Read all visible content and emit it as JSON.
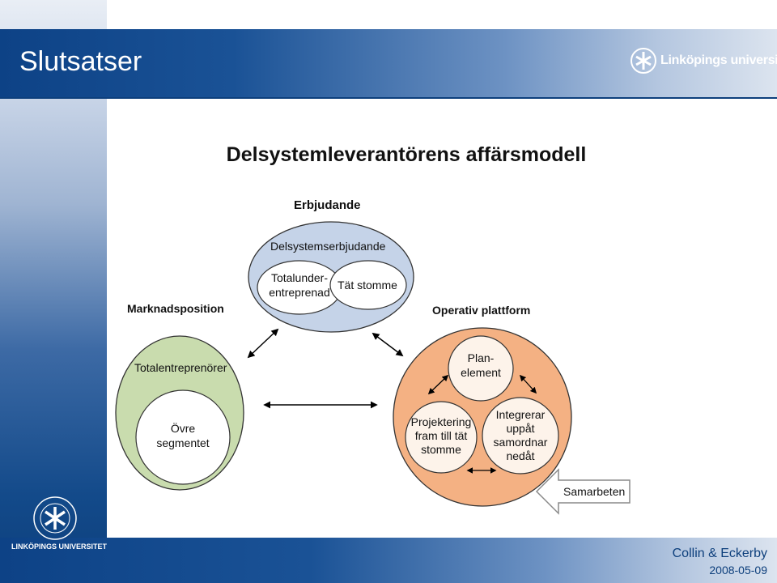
{
  "header": {
    "title": "Slutsatser",
    "logo_text": "Linköpings universitet"
  },
  "sidebar": {
    "logo_text": "LINKÖPINGS UNIVERSITET"
  },
  "slide": {
    "title": "Delsystemleverantörens affärsmodell",
    "offering": {
      "label": "Erbjudande",
      "inner_label": "Delsystemserbjudande",
      "left_circle": "Totalunder-\nentreprenad",
      "right_circle": "Tät stomme"
    },
    "market": {
      "label": "Marknadsposition",
      "inner_label": "Totalentreprenörer",
      "inner_circle": "Övre\nsegmentet"
    },
    "platform": {
      "label": "Operativ plattform",
      "top_circle": "Plan-\nelement",
      "left_circle": "Projektering\nfram till tät\nstomme",
      "right_circle": "Integrerar\nuppåt\nsamordnar\nnedåt"
    },
    "cooperation_arrow": "Samarbeten"
  },
  "footer": {
    "author": "Collin & Eckerby",
    "date": "2008-05-09"
  },
  "colors": {
    "blue_dark": "#0d3f7c",
    "offering_fill": "#c5d3e8",
    "market_fill": "#c9dcae",
    "platform_fill": "#f4b183",
    "circle_fill": "#fdf3ea"
  }
}
